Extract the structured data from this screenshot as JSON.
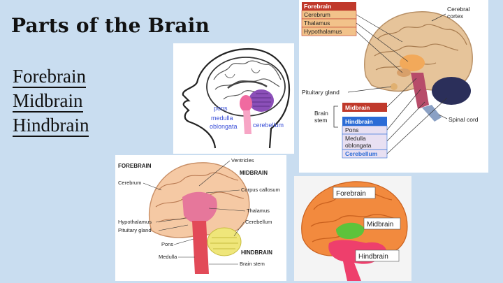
{
  "slide": {
    "title": "Parts of the Brain",
    "items": [
      "Forebrain",
      "Midbrain",
      "Hindbrain"
    ]
  },
  "head_diagram": {
    "labels": {
      "pons": "pons",
      "medulla": "medulla\noblongata",
      "cerebellum": "cerebellum"
    },
    "colors": {
      "pons": "#f06aa0",
      "medulla": "#f7a5c5",
      "cerebellum": "#8b4fb8",
      "label_text": "#3a4fd8"
    }
  },
  "labeled_diagram": {
    "forebrain_box": [
      "Forebrain",
      "Cerebrum",
      "Thalamus",
      "Hypothalamus"
    ],
    "midbrain_box": [
      "Midbrain"
    ],
    "hindbrain_box": [
      "Hindbrain",
      "Pons",
      "Medulla oblongata",
      "Cerebellum"
    ],
    "callouts": {
      "cerebral_cortex": "Cerebral cortex",
      "pituitary_gland": "Pituitary gland",
      "brain_stem": "Brain stem",
      "spinal_cord": "Spinal cord"
    },
    "colors": {
      "forebrain_header": "#c0392b",
      "forebrain_rows": "#f2c28a",
      "midbrain": "#c0392b",
      "hindbrain_header": "#2b6cd6",
      "hindbrain_rows": "#e8e0f2"
    }
  },
  "sagittal_diagram": {
    "labels": {
      "forebrain": "FOREBRAIN",
      "ventricles": "Ventricles",
      "midbrain": "MIDBRAIN",
      "cerebrum": "Cerebrum",
      "corpus_callosum": "Corpus callosum",
      "thalamus": "Thalamus",
      "hypothalamus": "Hypothalamus",
      "pituitary": "Pituitary gland",
      "cerebellum": "Cerebellum",
      "pons": "Pons",
      "hindbrain": "HINDBRAIN",
      "medulla": "Medulla",
      "brain_stem": "Brain stem"
    }
  },
  "colored_diagram": {
    "labels": {
      "forebrain": "Forebrain",
      "midbrain": "Midbrain",
      "hindbrain": "Hindbrain"
    },
    "colors": {
      "forebrain": "#f28a3e",
      "midbrain": "#5dc33b",
      "hindbrain": "#ee3f6c"
    }
  }
}
